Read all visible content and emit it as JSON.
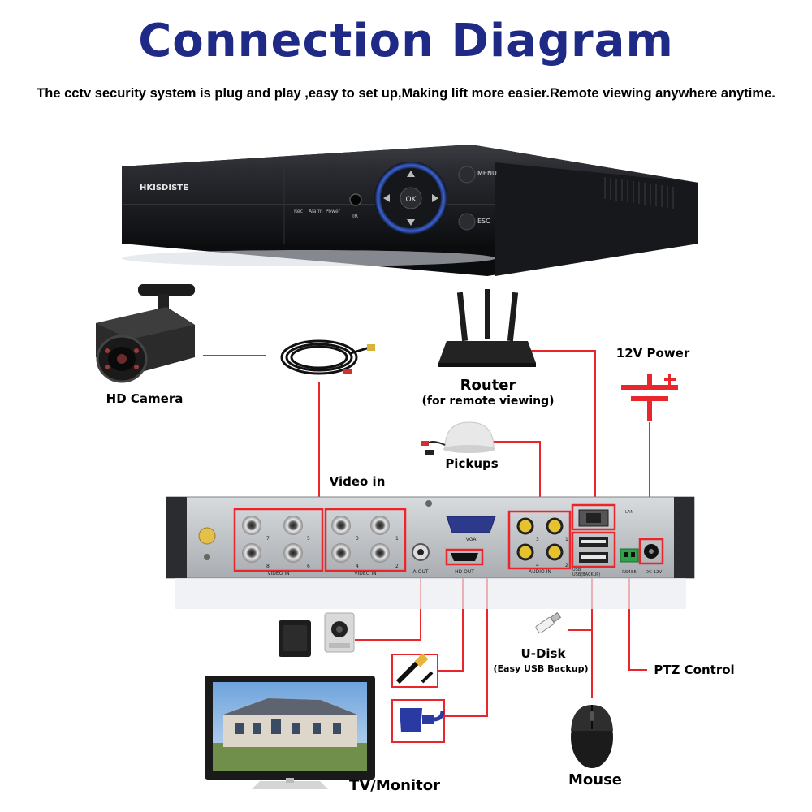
{
  "title": "Connection Diagram",
  "subtitle": "The cctv security system is plug and play ,easy to set up,Making lift more easier.Remote viewing anywhere anytime.",
  "dvr_front": {
    "brand": "HKISDISTE",
    "indicators": [
      "Rec",
      "Alarm",
      "Power"
    ],
    "ir_label": "IR",
    "ok_label": "OK",
    "menu_label": "MENU",
    "esc_label": "ESC"
  },
  "components": {
    "camera": "HD Camera",
    "router": "Router",
    "router_note": "(for remote viewing)",
    "power": "12V Power",
    "pickups": "Pickups",
    "video_in": "Video in",
    "udisk": "U-Disk",
    "udisk_note": "(Easy USB Backup)",
    "ptz": "PTZ Control",
    "tv": "TV/Monitor",
    "mouse": "Mouse"
  },
  "rear_panel": {
    "video_in_label": "VIDEO IN",
    "bnc_numbers_left": [
      "7",
      "5",
      "8",
      "6"
    ],
    "bnc_numbers_right": [
      "3",
      "1",
      "4",
      "2"
    ],
    "vga": "VGA",
    "a_out": "A-OUT",
    "hd_out": "HD OUT",
    "audio_in": "AUDIO IN",
    "audio_numbers": [
      "3",
      "1",
      "4",
      "2"
    ],
    "lan": "LAN",
    "usb": "USB",
    "usb_backup": "USB(BACKUP)",
    "rs485": "RS485",
    "dc": "DC 12V"
  },
  "colors": {
    "title": "#1f2a86",
    "connector_line": "#e8262b",
    "dvr_body": "#1c1d21",
    "rear_panel": "#bfc3c6"
  }
}
